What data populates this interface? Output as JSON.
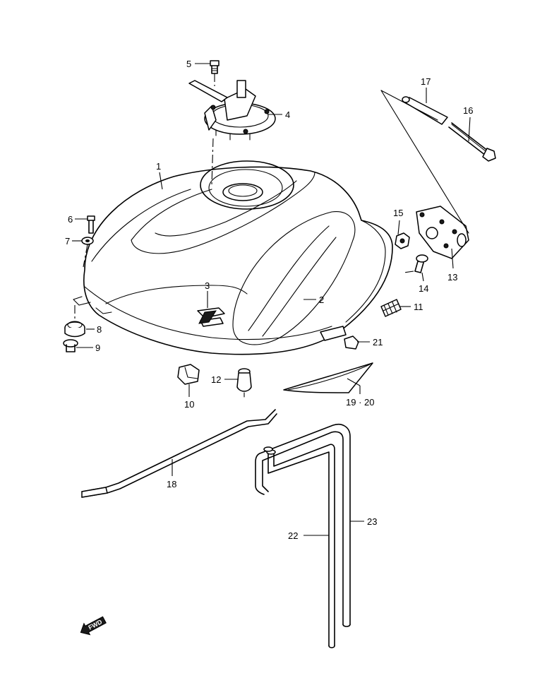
{
  "callouts": [
    {
      "id": "c1",
      "label": "1"
    },
    {
      "id": "c2",
      "label": "2"
    },
    {
      "id": "c3",
      "label": "3"
    },
    {
      "id": "c4",
      "label": "4"
    },
    {
      "id": "c5",
      "label": "5"
    },
    {
      "id": "c6",
      "label": "6"
    },
    {
      "id": "c7",
      "label": "7"
    },
    {
      "id": "c8",
      "label": "8"
    },
    {
      "id": "c9",
      "label": "9"
    },
    {
      "id": "c10",
      "label": "10"
    },
    {
      "id": "c11",
      "label": "11"
    },
    {
      "id": "c12",
      "label": "12"
    },
    {
      "id": "c13",
      "label": "13"
    },
    {
      "id": "c14",
      "label": "14"
    },
    {
      "id": "c15",
      "label": "15"
    },
    {
      "id": "c16",
      "label": "16"
    },
    {
      "id": "c17",
      "label": "17"
    },
    {
      "id": "c18",
      "label": "18"
    },
    {
      "id": "c1920",
      "label": "19 · 20"
    },
    {
      "id": "c21",
      "label": "21"
    },
    {
      "id": "c22",
      "label": "22"
    },
    {
      "id": "c23",
      "label": "23"
    }
  ],
  "fwd_badge": {
    "label": "FWD",
    "icon": "forward-arrow-icon"
  }
}
